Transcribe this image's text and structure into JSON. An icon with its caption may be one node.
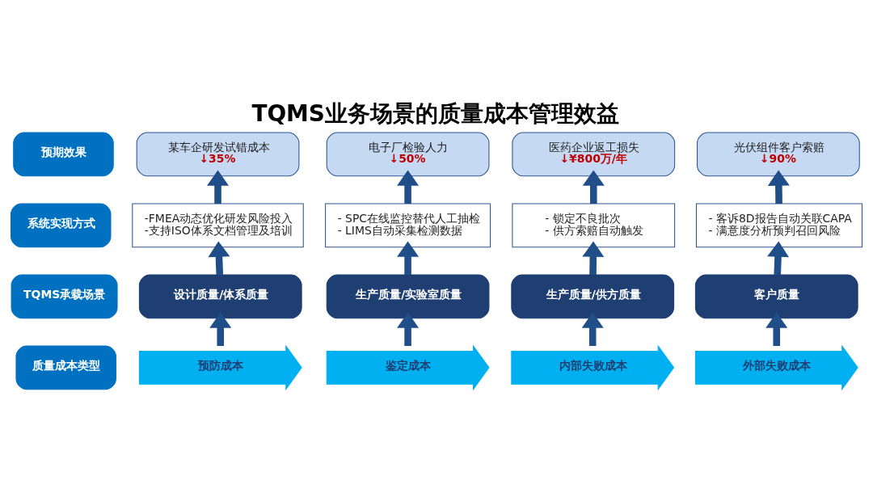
{
  "diagram": {
    "title": "TQMS业务场景的质量成本管理效益",
    "nodes": [
      {
        "text": [
          "预期效果"
        ]
      },
      {
        "text": [
          "某车企研发试错成本",
          "↓35%"
        ]
      },
      {
        "text": [
          "电子厂检验人力",
          "↓50%"
        ]
      },
      {
        "text": [
          "医药企业返工损失",
          "↓¥800万/年"
        ]
      },
      {
        "text": [
          "光伏组件客户索赔",
          "↓90%"
        ]
      },
      {
        "text": [
          "系统实现方式"
        ]
      },
      {
        "text": [
          "-FMEA动态优化研发风险投入",
          "-支持ISO体系文档管理及培训"
        ]
      },
      {
        "text": [
          "- SPC在线监控替代人工抽检",
          "- LIMS自动采集检测数据"
        ]
      },
      {
        "text": [
          "- 锁定不良批次",
          "- 供方索赔自动触发"
        ]
      },
      {
        "text": [
          "- 客诉8D报告自动关联CAPA",
          "- 满意度分析预判召回风险"
        ]
      },
      {
        "text": [
          "TQMS承载场景"
        ]
      },
      {
        "text": [
          "设计质量/体系质量"
        ]
      },
      {
        "text": [
          "生产质量/实验室质量"
        ]
      },
      {
        "text": [
          "生产质量/供方质量"
        ]
      },
      {
        "text": [
          "客户质量"
        ]
      },
      {
        "text": [
          "质量成本类型"
        ]
      },
      {
        "text": [
          "预防成本"
        ]
      },
      {
        "text": [
          "鉴定成本"
        ]
      },
      {
        "text": [
          "内部失败成本"
        ]
      },
      {
        "text": [
          "外部失败成本"
        ]
      }
    ],
    "edges": [
      {
        "from": 16,
        "to": 11,
        "arrow": "to"
      },
      {
        "from": 17,
        "to": 12,
        "arrow": "to"
      },
      {
        "from": 18,
        "to": 13,
        "arrow": "to"
      },
      {
        "from": 19,
        "to": 14,
        "arrow": "to"
      },
      {
        "from": 11,
        "to": 6,
        "arrow": "to"
      },
      {
        "from": 12,
        "to": 7,
        "arrow": "to"
      },
      {
        "from": 13,
        "to": 8,
        "arrow": "to"
      },
      {
        "from": 14,
        "to": 9,
        "arrow": "to"
      },
      {
        "from": 6,
        "to": 1,
        "arrow": "to"
      },
      {
        "from": 7,
        "to": 2,
        "arrow": "to"
      },
      {
        "from": 8,
        "to": 3,
        "arrow": "to"
      },
      {
        "from": 9,
        "to": 4,
        "arrow": "to"
      }
    ]
  }
}
